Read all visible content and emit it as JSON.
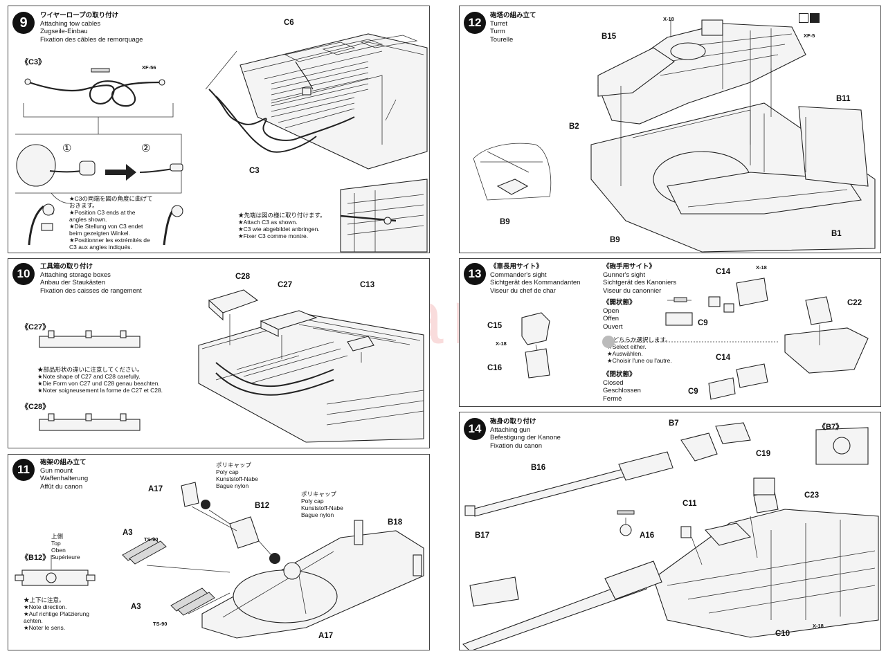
{
  "steps": {
    "s9": {
      "number": "9",
      "title": [
        "ワイヤーロープの取り付け",
        "Attaching tow cables",
        "Zugseile-Einbau",
        "Fixation des câbles de remorquage"
      ],
      "part_c3_ref": "《C3》",
      "xf56": "XF-56",
      "c6": "C6",
      "c3": "C3",
      "sub1": "①",
      "sub2": "②",
      "note_left": [
        "★C3の両端を図の角度に曲げて",
        "おきます。",
        "★Position C3 ends at the",
        "angles shown.",
        "★Die Stellung von C3 endet",
        "beim gezeigten Winkel.",
        "★Positionner les extrémités de",
        "C3 aux angles indiqués."
      ],
      "note_right": [
        "★先端は図の様に取り付けます。",
        "★Attach C3 as shown.",
        "★C3 wie abgebildet anbringen.",
        "★Fixer C3 comme montre."
      ]
    },
    "s10": {
      "number": "10",
      "title": [
        "工具箱の取り付け",
        "Attaching storage boxes",
        "Anbau der Staukästen",
        "Fixation des caisses de rangement"
      ],
      "c27_ref": "《C27》",
      "c28_ref": "《C28》",
      "c28": "C28",
      "c27": "C27",
      "c13": "C13",
      "note": [
        "★部品形状の違いに注意してください。",
        "★Note shape of C27 and C28 carefully.",
        "★Die Form von C27 und C28 genau beachten.",
        "★Noter soigneusement la forme de C27 et C28."
      ]
    },
    "s11": {
      "number": "11",
      "title": [
        "砲架の組み立て",
        "Gun mount",
        "Waffenhalterung",
        "Affût du canon"
      ],
      "polycap1": [
        "ポリキャップ",
        "Poly cap",
        "Kunststoff-Nabe",
        "Bague nylon"
      ],
      "polycap2": [
        "ポリキャップ",
        "Poly cap",
        "Kunststoff-Nabe",
        "Bague nylon"
      ],
      "a17_top": "A17",
      "a17_bottom": "A17",
      "b12": "B12",
      "b18": "B18",
      "a3_top": "A3",
      "a3_bottom": "A3",
      "ts90_top": "TS-90",
      "ts90_bottom": "TS-90",
      "b12_ref": "《B12》",
      "top": [
        "上側",
        "Top",
        "Oben",
        "Supérieure"
      ],
      "note": [
        "★上下に注意。",
        "★Note direction.",
        "★Auf richtige Platzierung",
        "achten.",
        "★Noter le sens."
      ]
    },
    "s12": {
      "number": "12",
      "title": [
        "砲塔の組み立て",
        "Turret",
        "Turm",
        "Tourelle"
      ],
      "x18": "X-18",
      "xf5": "XF-5",
      "b15": "B15",
      "b11": "B11",
      "b2": "B2",
      "b9_left": "B9",
      "b9_bottom": "B9",
      "b1": "B1"
    },
    "s13": {
      "number": "13",
      "commander": [
        "《車長用サイト》",
        "Commander's sight",
        "Sichtgerät des Kommandanten",
        "Viseur du chef de char"
      ],
      "gunner": [
        "《砲手用サイト》",
        "Gunner's sight",
        "Sichtgerät des Kanoniers",
        "Viseur du canonnier"
      ],
      "open": [
        "《開状態》",
        "Open",
        "Offen",
        "Ouvert"
      ],
      "closed": [
        "《閉状態》",
        "Closed",
        "Geschlossen",
        "Fermé"
      ],
      "select": [
        "★どちらか選択します。",
        "★Select either.",
        "★Auswählen.",
        "★Choisir l'une ou l'autre."
      ],
      "c15": "C15",
      "x18_left": "X-18",
      "c16": "C16",
      "c14_top": "C14",
      "x18_right": "X-18",
      "c9_top": "C9",
      "c14_bottom": "C14",
      "c9_bottom": "C9",
      "c22": "C22"
    },
    "s14": {
      "number": "14",
      "title": [
        "砲身の取り付け",
        "Attaching gun",
        "Befestigung der Kanone",
        "Fixation du canon"
      ],
      "b7": "B7",
      "c19": "C19",
      "b7_ref": "《B7》",
      "b16": "B16",
      "b17": "B17",
      "c11": "C11",
      "a16": "A16",
      "c23": "C23",
      "c10": "C10",
      "x18": "X-18"
    }
  },
  "watermark": "modelartikl.cz"
}
